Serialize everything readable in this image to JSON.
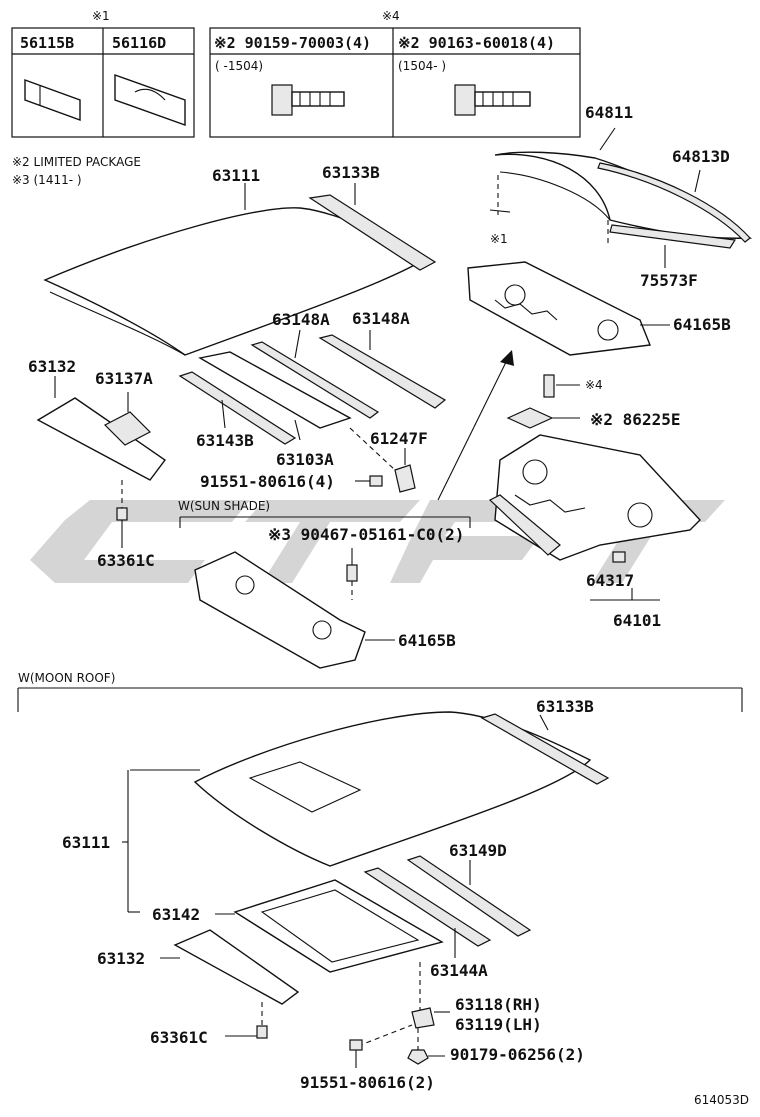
{
  "diagram_code": "614053D",
  "legend": {
    "note_2": "※2 LIMITED PACKAGE",
    "note_3": "※3 (1411-      )"
  },
  "table_left": {
    "header_mark": "※1",
    "col1": "56115B",
    "col2": "56116D"
  },
  "table_right": {
    "header_mark": "※4",
    "col1": "※2 90159-70003(4)",
    "col2": "※2 90163-60018(4)",
    "col1_range": "(      -1504)",
    "col2_range": "(1504-      )"
  },
  "section_sun_shade": "W(SUN SHADE)",
  "section_moon_roof": "W(MOON ROOF)",
  "parts_upper": {
    "p63111": "63111",
    "p63133B": "63133B",
    "p64811": "64811",
    "p64813D": "64813D",
    "p75573F": "75573F",
    "p64165B_top": "64165B",
    "mark_1": "※1",
    "p63148A_a": "63148A",
    "p63148A_b": "63148A",
    "p63132": "63132",
    "p63137A": "63137A",
    "p63143B": "63143B",
    "p63103A": "63103A",
    "p61247F": "61247F",
    "p91551": "91551-80616(4)",
    "mark_4": "※4",
    "p86225E": "※2 86225E",
    "p90467": "※3 90467-05161-C0(2)",
    "p63361C": "63361C",
    "p64317": "64317",
    "p64101": "64101",
    "p64165B_mid": "64165B"
  },
  "parts_lower": {
    "p63133B": "63133B",
    "p63111": "63111",
    "p63149D": "63149D",
    "p63142": "63142",
    "p63132": "63132",
    "p63144A": "63144A",
    "p63118": "63118(RH)",
    "p63119": "63119(LH)",
    "p90179": "90179-06256(2)",
    "p63361C": "63361C",
    "p91551": "91551-80616(2)"
  }
}
